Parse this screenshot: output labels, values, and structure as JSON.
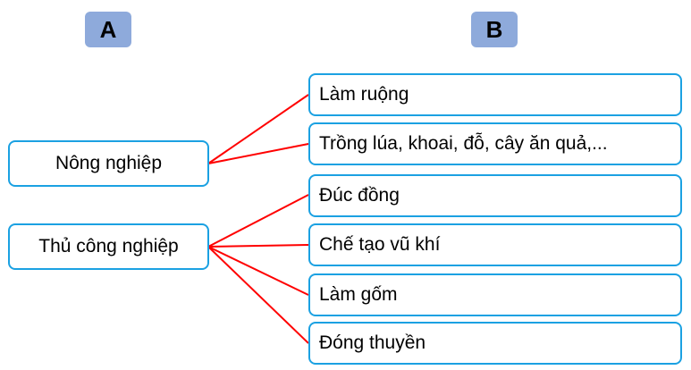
{
  "headers": {
    "a": "A",
    "b": "B"
  },
  "column_a": [
    {
      "label": "Nông nghiệp"
    },
    {
      "label": "Thủ công nghiệp"
    }
  ],
  "column_b": [
    {
      "label": "Làm ruộng"
    },
    {
      "label": "Trồng lúa, khoai, đỗ, cây ăn quả,..."
    },
    {
      "label": "Đúc đồng"
    },
    {
      "label": "Chế tạo vũ khí"
    },
    {
      "label": "Làm gốm"
    },
    {
      "label": "Đóng thuyền"
    }
  ],
  "connections": [
    [
      0,
      0
    ],
    [
      0,
      1
    ],
    [
      1,
      2
    ],
    [
      1,
      3
    ],
    [
      1,
      4
    ],
    [
      1,
      5
    ]
  ],
  "colors": {
    "line": "#ff0000",
    "border": "#1ba1e2",
    "badge": "#8eaadb"
  }
}
